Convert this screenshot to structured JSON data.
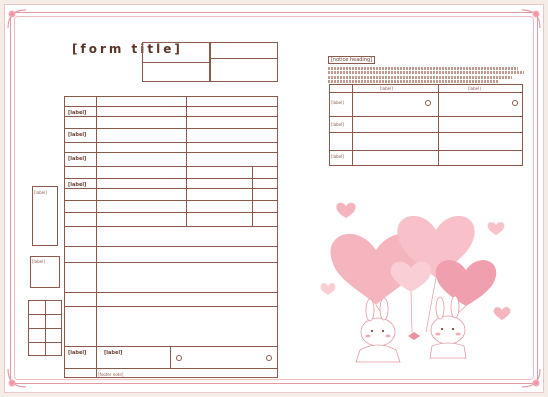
{
  "document": {
    "title": "[form title]",
    "notice_title": "[notice heading]",
    "witness_header": [
      "[label]",
      "[label]"
    ],
    "witness_rows": [
      "[label]",
      "[label]",
      "[label]"
    ],
    "left_sections": [
      "[label]",
      "[label]",
      "[label]",
      "[label]",
      "[label]"
    ],
    "side_labels": [
      "[label]",
      "[label]"
    ],
    "signature_label": "[label]",
    "footer_note": "[footer note]"
  },
  "colors": {
    "frame": "#e49aa2",
    "ink": "#8a5a4a",
    "heart": "#f4a9b4",
    "heart_dark": "#ee8fa0"
  },
  "decoration": {
    "illustration": "two-bunnies-with-heart-balloons",
    "corner_ornament": "rose-corner-icon"
  }
}
